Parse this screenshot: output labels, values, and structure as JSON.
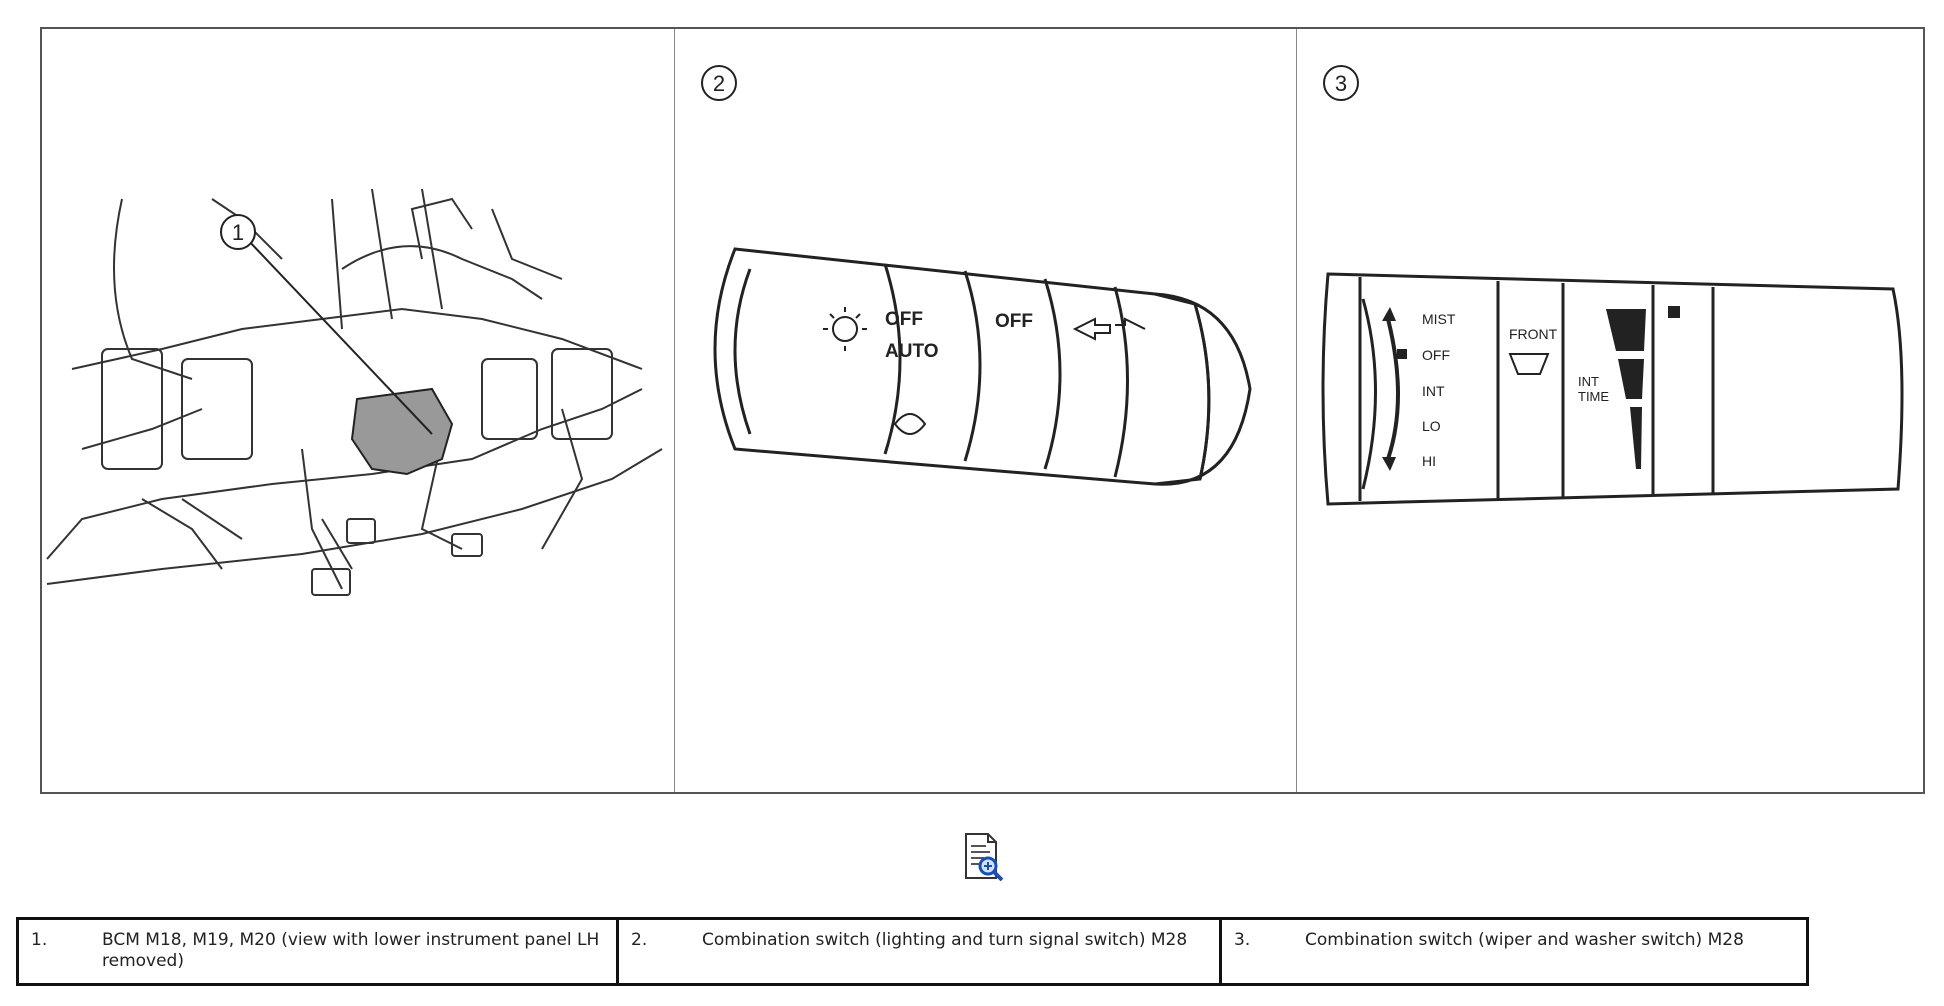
{
  "figure": {
    "panels": [
      {
        "callout": "1"
      },
      {
        "callout": "2",
        "switch_labels": {
          "off_1": "OFF",
          "auto": "AUTO",
          "off_2": "OFF"
        }
      },
      {
        "callout": "3",
        "switch_labels": {
          "mist": "MIST",
          "off": "OFF",
          "int": "INT",
          "lo": "LO",
          "hi": "HI",
          "front": "FRONT",
          "int_time_1": "INT",
          "int_time_2": "TIME"
        }
      }
    ]
  },
  "toolbar": {
    "zoom_icon": "zoom-document-icon"
  },
  "legend": {
    "items": [
      {
        "num": "1.",
        "text": "BCM M18, M19, M20 (view with lower instrument panel LH removed)"
      },
      {
        "num": "2.",
        "text": "Combination switch (lighting and turn signal switch) M28"
      },
      {
        "num": "3.",
        "text": "Combination switch (wiper and washer switch) M28"
      }
    ]
  }
}
